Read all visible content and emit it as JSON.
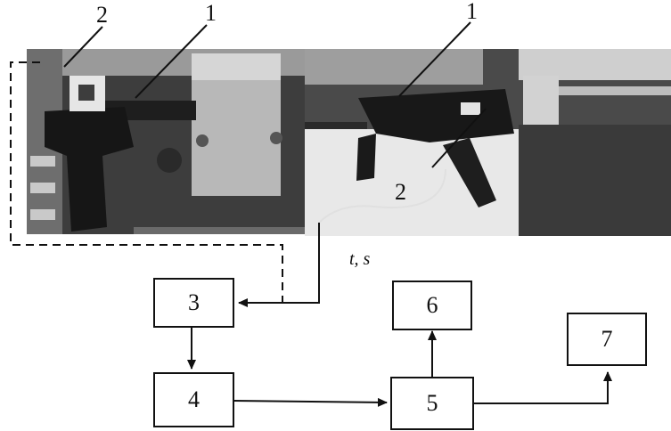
{
  "callouts": {
    "left_label_2": "2",
    "left_label_1": "1",
    "right_label_1": "1",
    "right_label_2": "2"
  },
  "axis_text": "t, s",
  "blocks": [
    {
      "id": "3",
      "label": "3"
    },
    {
      "id": "4",
      "label": "4"
    },
    {
      "id": "5",
      "label": "5"
    },
    {
      "id": "6",
      "label": "6"
    },
    {
      "id": "7",
      "label": "7"
    }
  ],
  "colors": {
    "line": "#111111",
    "background": "#ffffff"
  }
}
